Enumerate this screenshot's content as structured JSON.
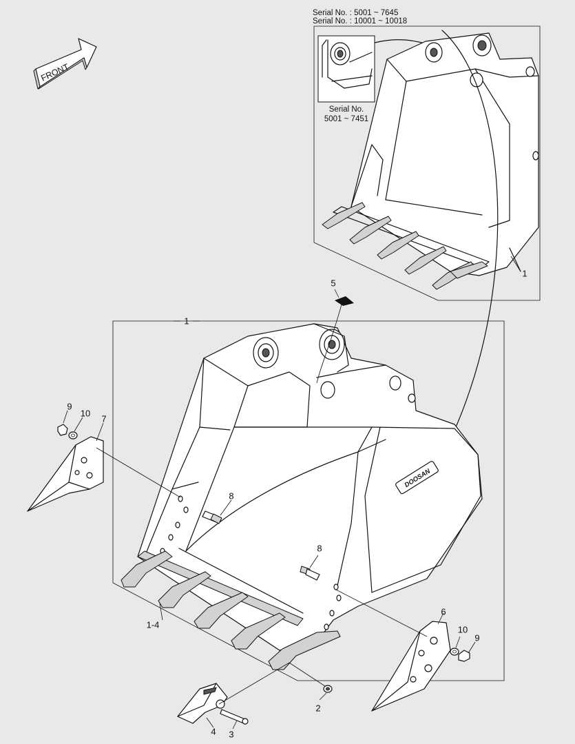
{
  "header": {
    "serial_line_1": "Serial No. : 5001 ~ 7645",
    "serial_line_2": "Serial No. : 10001 ~ 10018"
  },
  "front_arrow": {
    "label": "FRONT"
  },
  "inset": {
    "caption_line_1": "Serial No.",
    "caption_line_2": "5001 ~ 7451",
    "callout_1": "1"
  },
  "bucket_logo": "DOOSAN",
  "callouts": {
    "c1": "1",
    "c5": "5",
    "c9_left": "9",
    "c10_left": "10",
    "c7": "7",
    "c8_upper": "8",
    "c8_lower": "8",
    "c1_4": "1-4",
    "c6": "6",
    "c10_right": "10",
    "c9_right": "9",
    "c2": "2",
    "c4": "4",
    "c3": "3"
  }
}
